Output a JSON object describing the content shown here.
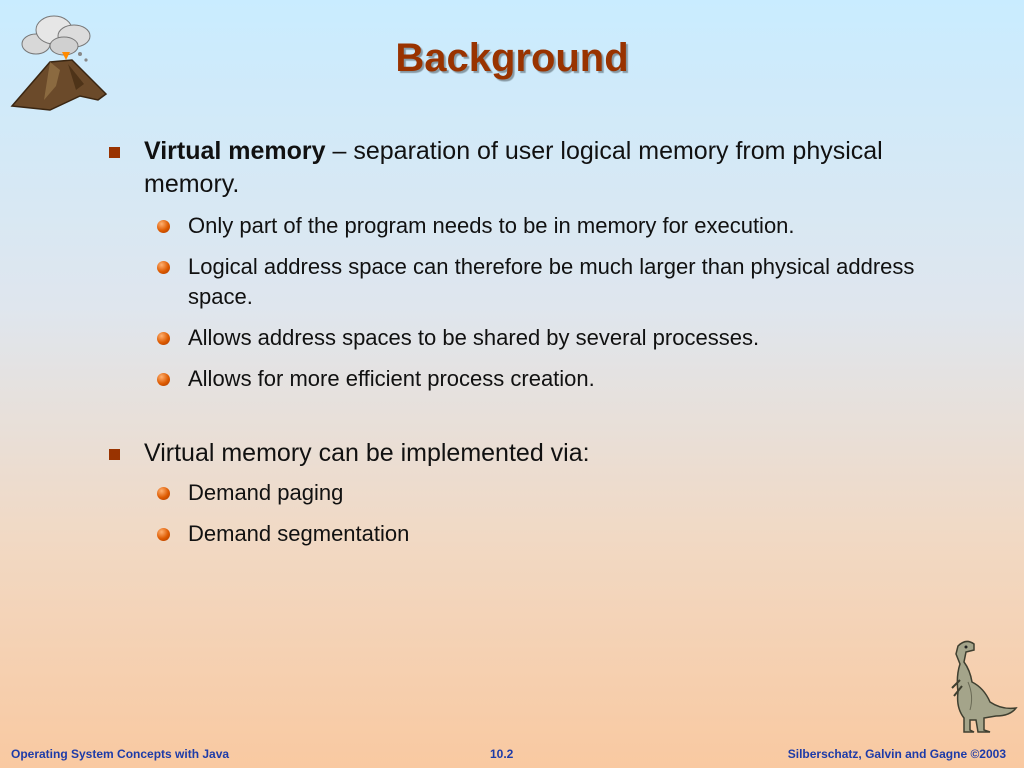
{
  "slide": {
    "title": "Background",
    "bullets": [
      {
        "bold": "Virtual memory",
        "text": " – separation of user logical memory from physical memory.",
        "subbullets": [
          "Only part of the program needs to be in memory for execution.",
          "Logical address space can therefore be much larger than physical address space.",
          "Allows address spaces to be shared by several processes.",
          "Allows for more efficient process creation."
        ]
      },
      {
        "bold": "",
        "text": "Virtual memory can be implemented via:",
        "subbullets": [
          "Demand paging",
          "Demand segmentation"
        ]
      }
    ]
  },
  "footer": {
    "left": "Operating System Concepts with Java",
    "center": "10.2",
    "right": "Silberschatz, Galvin and Gagne ©2003"
  },
  "colors": {
    "title": "#993300",
    "bullet_square": "#993300",
    "footer_text": "#1d3ba8"
  },
  "icons": {
    "top_left": "volcano-icon",
    "bottom_right": "dinosaur-icon"
  }
}
